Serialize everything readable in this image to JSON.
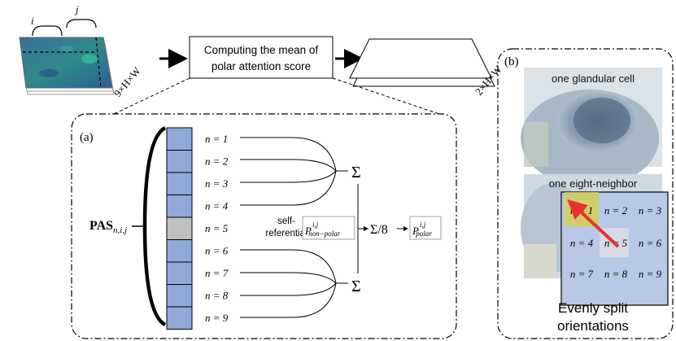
{
  "top": {
    "index_i": "i",
    "index_j": "j",
    "input_dims": "9×H×W",
    "process_label_line1": "Computing the mean of",
    "process_label_line2": "polar attention score",
    "output_dims": "2×H×W"
  },
  "panel_a": {
    "label": "(a)",
    "pas_main": "PAS",
    "pas_sub": "n,i,j",
    "rows": [
      "n = 1",
      "n = 2",
      "n = 3",
      "n = 4",
      "n = 5",
      "n = 6",
      "n = 7",
      "n = 8",
      "n = 9"
    ],
    "self_ref_line1": "self-",
    "self_ref_line2": "referential",
    "p_symbol": "P",
    "p_sup": "i,j",
    "p_nonpolar_sub": "non−polar",
    "p_polar_sub": "polar",
    "sigma": "Σ",
    "div8": "Σ/8"
  },
  "panel_b": {
    "label": "(b)",
    "cell_caption": "one glandular cell",
    "neighbor_caption": "one eight-neighbor",
    "grid": [
      [
        "n = 1",
        "n = 2",
        "n = 3"
      ],
      [
        "n = 4",
        "n = 5",
        "n = 6"
      ],
      [
        "n = 7",
        "n = 8",
        "n = 9"
      ]
    ],
    "bottom_line1": "Evenly split",
    "bottom_line2": "orientations"
  },
  "colors": {
    "cell_blue": "#8fa9d9",
    "cell_gray": "#c0c0c0",
    "arrow_red": "#e8312f",
    "highlight_yellow": "#d8d040"
  }
}
